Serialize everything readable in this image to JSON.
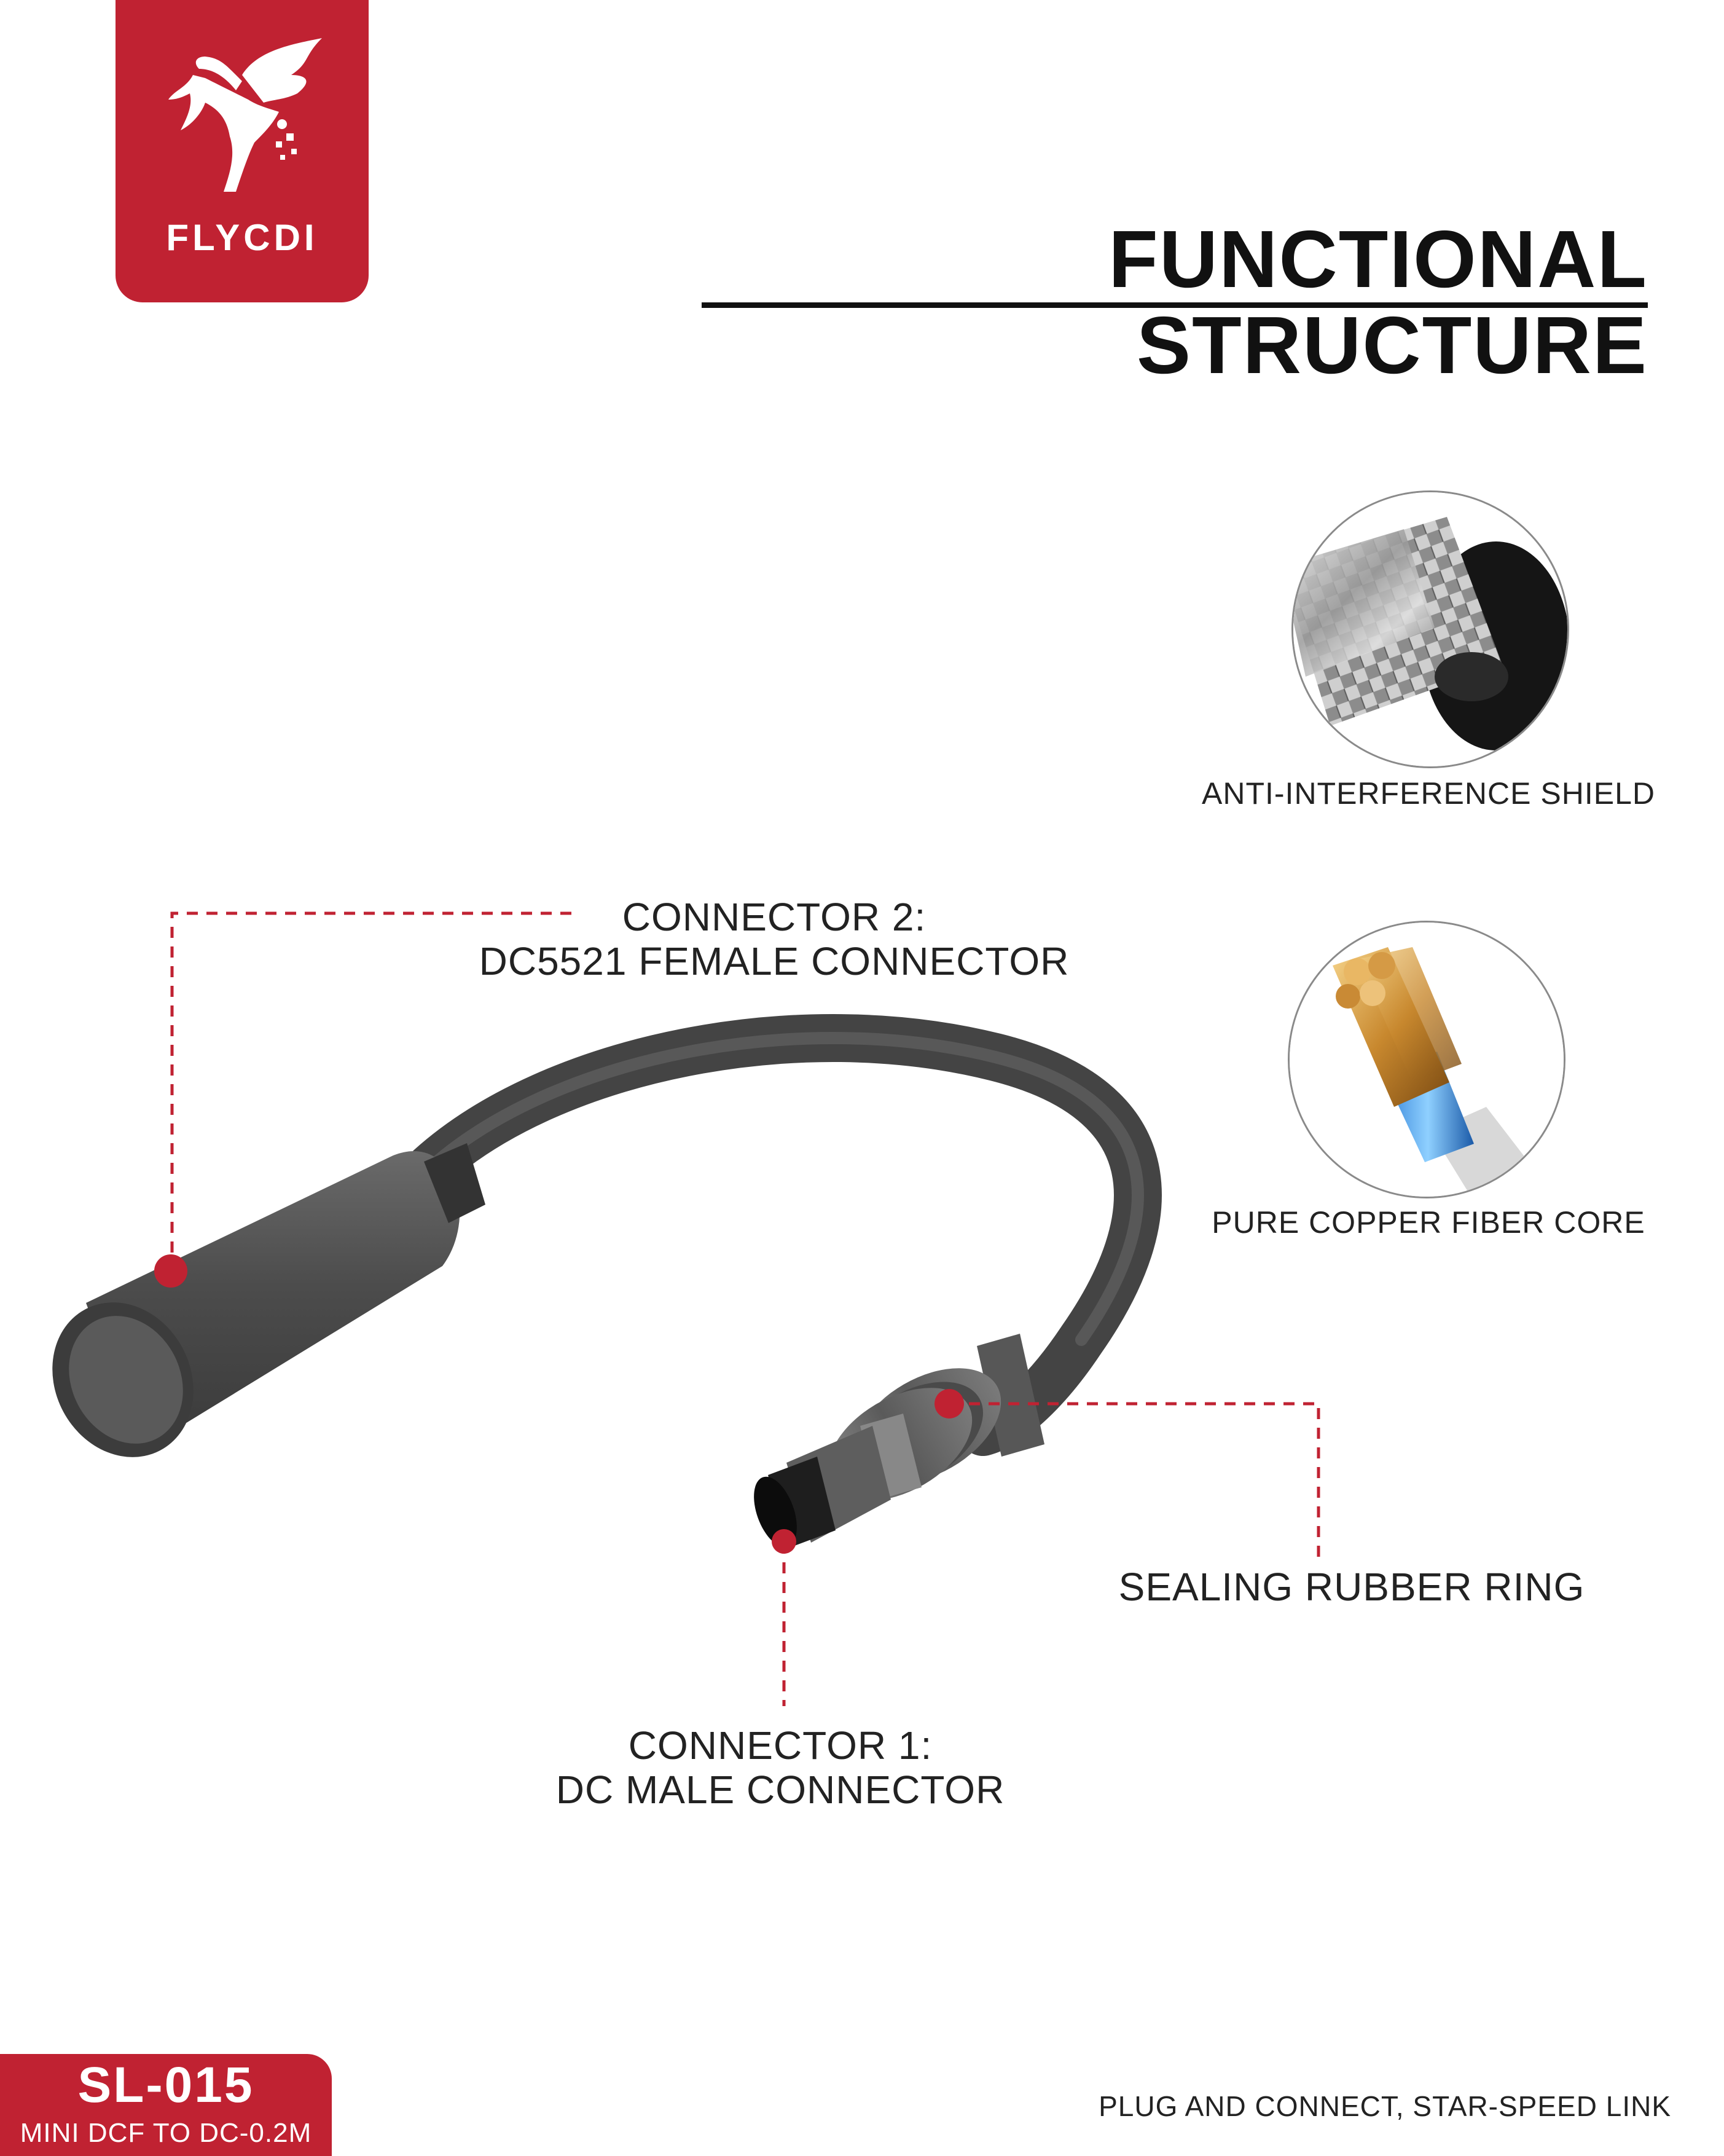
{
  "brand": {
    "name": "FLYCDI",
    "accent_color": "#c02232",
    "logo_icon": "pegasus-icon"
  },
  "title": "FUNCTIONAL STRUCTURE",
  "features": [
    {
      "label": "ANTI-INTERFERENCE SHIELD",
      "icon": "braided-shield-icon"
    },
    {
      "label": "PURE COPPER FIBER CORE",
      "icon": "copper-core-icon"
    }
  ],
  "callouts": {
    "connector2": {
      "line1": "CONNECTOR 2:",
      "line2": "DC5521 FEMALE CONNECTOR"
    },
    "sealing": {
      "line1": "SEALING RUBBER RING"
    },
    "connector1": {
      "line1": "CONNECTOR 1:",
      "line2": "DC MALE CONNECTOR"
    }
  },
  "model": {
    "code": "SL-015",
    "description": "MINI DCF TO DC-0.2M"
  },
  "slogan": "PLUG AND CONNECT, STAR-SPEED LINK"
}
